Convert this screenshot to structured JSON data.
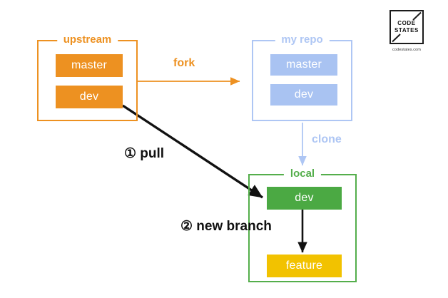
{
  "diagram": {
    "title": "Git fork / clone / pull / new branch workflow",
    "colors": {
      "orange": "#ED9121",
      "blue": "#A9C3F2",
      "blue_border": "#AEC6F4",
      "green": "#4BA943",
      "green_border": "#54AE4B",
      "yellow": "#F2C200",
      "black": "#111111",
      "background": "#FFFFFF"
    },
    "repos": [
      {
        "id": "upstream",
        "title": "upstream",
        "color": "orange",
        "branches": [
          {
            "label": "master"
          },
          {
            "label": "dev"
          }
        ]
      },
      {
        "id": "my-repo",
        "title": "my repo",
        "color": "blue",
        "branches": [
          {
            "label": "master"
          },
          {
            "label": "dev"
          }
        ]
      },
      {
        "id": "local",
        "title": "local",
        "color": "green",
        "branches": [
          {
            "label": "dev"
          },
          {
            "label": "feature"
          }
        ]
      }
    ],
    "edges": [
      {
        "id": "fork",
        "label": "fork",
        "color": "orange",
        "from": "upstream",
        "to": "my-repo"
      },
      {
        "id": "clone",
        "label": "clone",
        "color": "blue",
        "from": "my-repo",
        "to": "local"
      },
      {
        "id": "pull",
        "label": "① pull",
        "color": "black",
        "from": "upstream",
        "to": "local"
      },
      {
        "id": "new-branch",
        "label": "② new branch",
        "color": "black",
        "from": "local",
        "to": "local"
      }
    ]
  },
  "logo": {
    "line1": "CODE",
    "line2": "STATES",
    "caption": "codestates.com"
  }
}
